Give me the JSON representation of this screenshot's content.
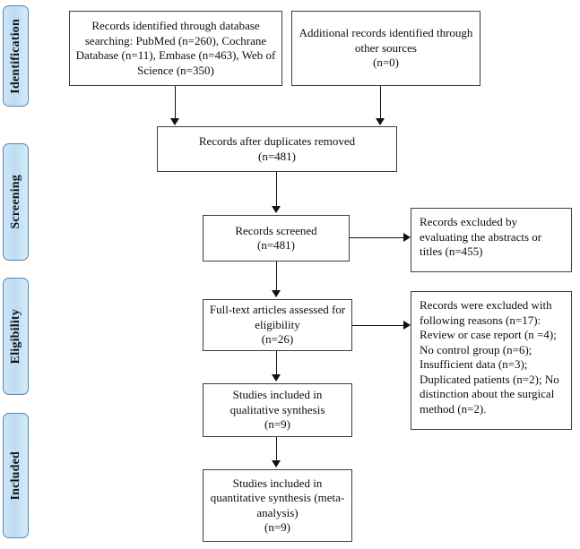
{
  "diagram": {
    "type": "prisma-flow-diagram",
    "colors": {
      "tab_fill": "#c6e2f5",
      "tab_border": "#5b86ab",
      "box_border": "#3d3d3d",
      "text": "#0d0d0d",
      "background": "#ffffff"
    },
    "stages": [
      {
        "id": "identification",
        "label": "Identification"
      },
      {
        "id": "screening",
        "label": "Screening"
      },
      {
        "id": "eligibility",
        "label": "Eligibility"
      },
      {
        "id": "included",
        "label": "Included"
      }
    ],
    "boxes": {
      "database_search": "Records identified through database searching: PubMed (n=260), Cochrane Database (n=11), Embase (n=463), Web of Science (n=350)",
      "other_sources": "Additional records identified through other sources\n(n=0)",
      "duplicates_removed": "Records after duplicates removed\n(n=481)",
      "records_screened": "Records screened\n(n=481)",
      "records_excluded": "Records excluded by evaluating the abstracts or titles (n=455)",
      "fulltext_assessed": "Full-text articles assessed for eligibility\n(n=26)",
      "fulltext_excluded": "Records were excluded with following reasons (n=17): Review or case report (n =4); No control group (n=6); Insufficient data (n=3); Duplicated patients (n=2); No distinction about the surgical method (n=2).",
      "qualitative": "Studies included in qualitative synthesis\n(n=9)",
      "quantitative": "Studies included in quantitative synthesis (meta-analysis)\n(n=9)"
    },
    "counts": {
      "pubmed": 260,
      "cochrane": 11,
      "embase": 463,
      "web_of_science": 350,
      "other_sources": 0,
      "after_duplicates": 481,
      "screened": 481,
      "excluded_abstracts_titles": 455,
      "fulltext_assessed": 26,
      "fulltext_excluded_total": 17,
      "excl_review_or_case_report": 4,
      "excl_no_control_group": 6,
      "excl_insufficient_data": 3,
      "excl_duplicated_patients": 2,
      "excl_no_distinction_surgical_method": 2,
      "qualitative_synthesis": 9,
      "quantitative_synthesis": 9
    }
  }
}
